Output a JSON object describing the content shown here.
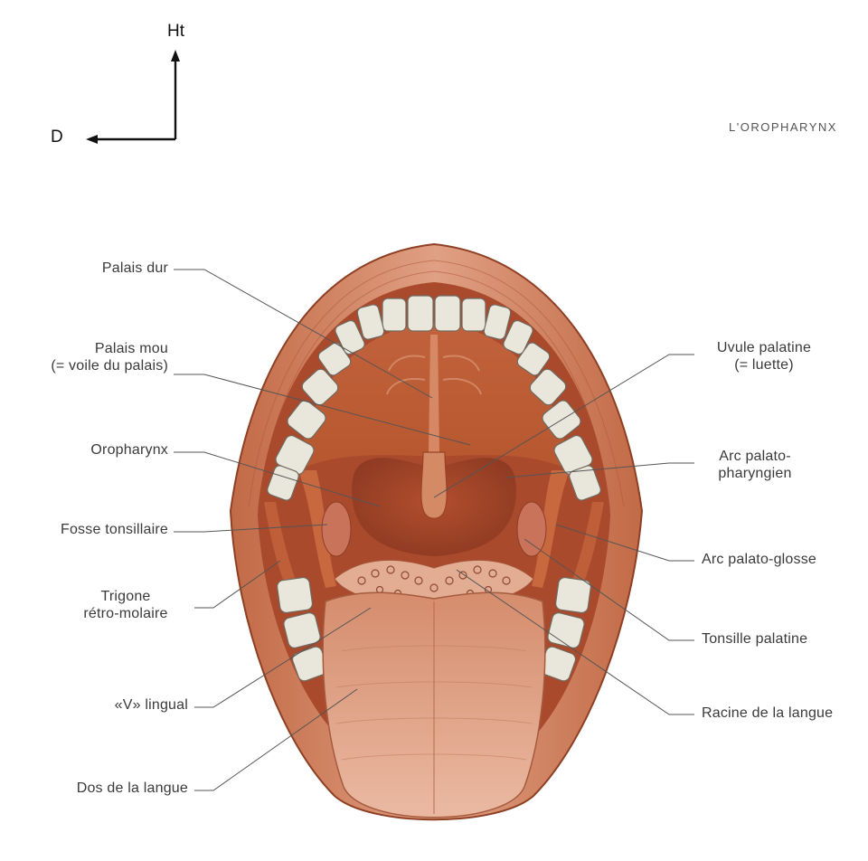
{
  "orientation": {
    "up_label": "Ht",
    "right_label": "D"
  },
  "figure_title": "L'OROPHARYNX",
  "labels": {
    "left": [
      {
        "id": "palais-dur",
        "text": "Palais dur"
      },
      {
        "id": "palais-mou",
        "line1": "Palais mou",
        "line2": "(= voile du palais)"
      },
      {
        "id": "oropharynx",
        "text": "Oropharynx"
      },
      {
        "id": "fosse-tonsillaire",
        "text": "Fosse tonsillaire"
      },
      {
        "id": "trigone",
        "line1": "Trigone",
        "line2": "rétro-molaire"
      },
      {
        "id": "v-lingual",
        "text": "«V» lingual"
      },
      {
        "id": "dos-langue",
        "text": "Dos de la langue"
      }
    ],
    "right": [
      {
        "id": "uvule",
        "line1": "Uvule palatine",
        "line2": "(= luette)"
      },
      {
        "id": "arc-palato-pharyngien",
        "line1": "Arc palato-",
        "line2": "pharyngien"
      },
      {
        "id": "arc-palato-glosse",
        "text": "Arc palato-glosse"
      },
      {
        "id": "tonsille",
        "text": "Tonsille palatine"
      },
      {
        "id": "racine",
        "text": "Racine de la langue"
      }
    ]
  },
  "colors": {
    "flesh": "#c8683f",
    "flesh_dark": "#9c4326",
    "lip": "#d98a66",
    "throat": "#a6452a",
    "tooth": "#e9e6dc",
    "tooth_shadow": "#7d776c",
    "tongue": "#dc9a7c",
    "leader": "#555555"
  }
}
